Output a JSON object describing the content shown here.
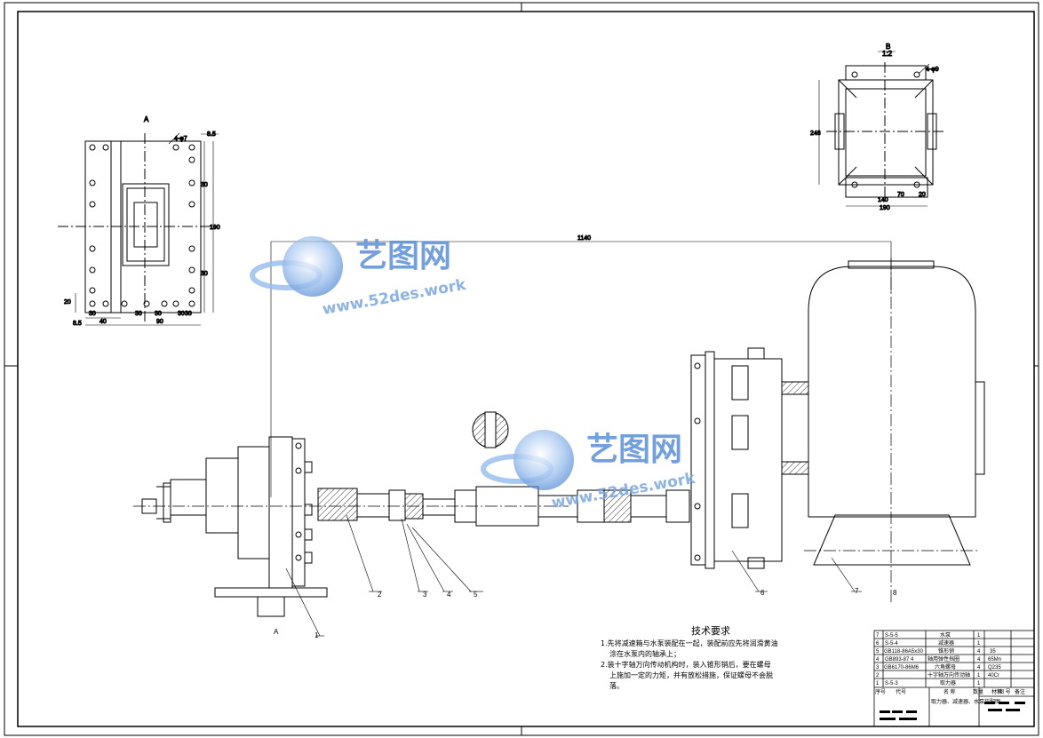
{
  "views": {
    "view_a_label": "A",
    "view_b_label": "B",
    "view_b_scale": "1:2",
    "section_mark": "A"
  },
  "dimensions": {
    "view_a": [
      "8.5",
      "4-φ7",
      "20",
      "30",
      "190",
      "30",
      "30",
      "30",
      "8.5",
      "40",
      "90",
      "30",
      "30",
      "30"
    ],
    "view_b": [
      "4-φ9",
      "246",
      "140",
      "70",
      "20",
      "190"
    ],
    "main": [
      "1140"
    ]
  },
  "part_labels": [
    "1",
    "2",
    "3",
    "4",
    "5",
    "6",
    "7",
    "8"
  ],
  "tech_requirements": {
    "title": "技术要求",
    "items": [
      "1.先将减速箱与水泵装配在一起，装配前应先将润滑黄油",
      "涂在水泵内的轴承上；",
      "2.装十字轴万向传动机构时，装入锥形销后，要在螺母",
      "上施加一定的力矩，并有放松措施，保证螺母不会脱",
      "落。"
    ]
  },
  "bom": {
    "rows": [
      {
        "no": "7",
        "code": "S-5-5",
        "name": "水泵",
        "qty": "1",
        "mat": ""
      },
      {
        "no": "6",
        "code": "S-5-4",
        "name": "减速器",
        "qty": "1",
        "mat": ""
      },
      {
        "no": "5",
        "code": "GB118-86A5x30",
        "name": "锥形销",
        "qty": "4",
        "mat": "35"
      },
      {
        "no": "4",
        "code": "GB893-87 4",
        "name": "轴用弹性挡圈",
        "qty": "4",
        "mat": "65Mn"
      },
      {
        "no": "3",
        "code": "GB6170-86M6",
        "name": "六角螺母",
        "qty": "4",
        "mat": "Q235"
      },
      {
        "no": "2",
        "code": "",
        "name": "十字轴万向传动轴",
        "qty": "1",
        "mat": "40Cr"
      },
      {
        "no": "1",
        "code": "S-5-3",
        "name": "取力器",
        "qty": "1",
        "mat": ""
      }
    ],
    "header": [
      "序号",
      "代号",
      "名 称",
      "数量",
      "材料",
      "备注"
    ],
    "title_block": "取力器、减速器、水泵装配图",
    "drawing_no_label": "图 号"
  },
  "watermark": {
    "brand": "艺图网",
    "url": "www.52des.work"
  },
  "colors": {
    "line": "#000000",
    "watermark_blue": "#5b8fd6",
    "watermark_light": "#a9c6ee"
  }
}
